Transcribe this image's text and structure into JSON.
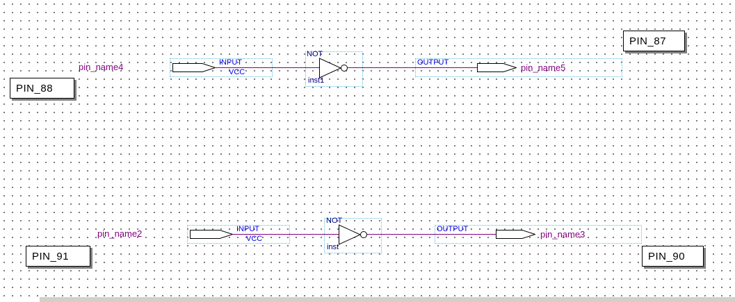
{
  "colors": {
    "wire": "#7F007F",
    "io_label": "#0000E0",
    "gate_label": "#00008B",
    "selection_box": "#59BADB",
    "pin_box_shadow": "#808080",
    "grid_dot": "#595959",
    "scrollbar": "#D4D0C8"
  },
  "circuit1": {
    "input_pin_name": "pin_name4",
    "input_type_label": "INPUT",
    "input_default_value": "VCC",
    "gate_label": "NOT",
    "gate_instance": "inst1",
    "output_type_label": "OUTPUT",
    "output_pin_name": "pin_name5"
  },
  "circuit2": {
    "input_pin_name": "pin_name2",
    "input_type_label": "INPUT",
    "input_default_value": "VCC",
    "gate_label": "NOT",
    "gate_instance": "inst",
    "output_type_label": "OUTPUT",
    "output_pin_name": "pin_name3"
  },
  "pin_assignments": {
    "pin88": "PIN_88",
    "pin87": "PIN_87",
    "pin91": "PIN_91",
    "pin90": "PIN_90"
  }
}
